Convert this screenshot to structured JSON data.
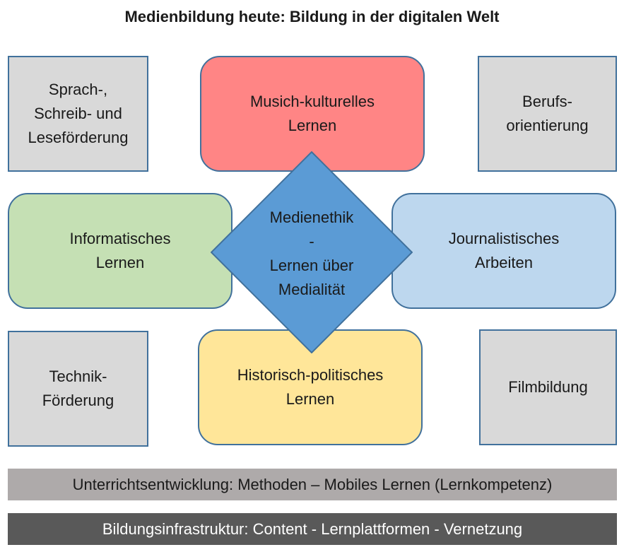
{
  "title": "Medienbildung heute: Bildung in der digitalen Welt",
  "boxes": {
    "sprach": "Sprach-,\nSchreib- und\nLeseförderung",
    "musik": "Musich-kulturelles\nLernen",
    "beruf": "Berufs-\norientierung",
    "informatik": "Informatisches\nLernen",
    "journalismus": "Journalistisches\nArbeiten",
    "technik": "Technik-\nFörderung",
    "historisch": "Historisch-politisches\nLernen",
    "film": "Filmbildung"
  },
  "center": "Medienethik\n-\nLernen über\nMedialität",
  "bands": {
    "unterricht": "Unterrichtsentwicklung: Methoden – Mobiles Lernen (Lernkompetenz)",
    "infrastruktur": "Bildungsinfrastruktur: Content - Lernplattformen - Vernetzung"
  },
  "colors": {
    "gray_box": "#d9d9d9",
    "red_box": "#ff8585",
    "green_box": "#c5e0b4",
    "blue_box": "#bdd7ee",
    "yellow_box": "#ffe699",
    "diamond": "#5b9bd5",
    "outline": "#41719c",
    "band_light": "#aeaaaa",
    "band_dark": "#595959"
  }
}
